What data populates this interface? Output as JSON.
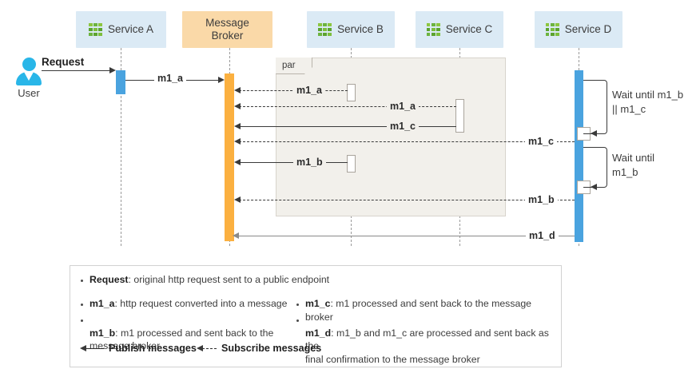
{
  "diagram": {
    "type": "sequence-diagram",
    "fragment": {
      "label": "par"
    },
    "participants": [
      {
        "id": "user",
        "label": "User",
        "kind": "actor",
        "icon": "user-icon",
        "color": "#29b6e8"
      },
      {
        "id": "svc_a",
        "label": "Service A",
        "kind": "service",
        "icon": "service-icon",
        "color": "#dbeaf5"
      },
      {
        "id": "broker",
        "label": "Message\nBroker",
        "kind": "broker",
        "icon": "none",
        "color": "#fad9a8"
      },
      {
        "id": "svc_b",
        "label": "Service B",
        "kind": "service",
        "icon": "service-icon",
        "color": "#dbeaf5"
      },
      {
        "id": "svc_c",
        "label": "Service C",
        "kind": "service",
        "icon": "service-icon",
        "color": "#dbeaf5"
      },
      {
        "id": "svc_d",
        "label": "Service D",
        "kind": "service",
        "icon": "service-icon",
        "color": "#dbeaf5"
      }
    ],
    "messages": [
      {
        "id": "m0",
        "label": "Request",
        "from": "user",
        "to": "svc_a",
        "style": "solid",
        "dir": "right"
      },
      {
        "id": "m1",
        "label": "m1_a",
        "from": "svc_a",
        "to": "broker",
        "style": "solid",
        "dir": "right"
      },
      {
        "id": "m2",
        "label": "m1_a",
        "from": "broker",
        "to": "svc_b",
        "style": "dashed",
        "dir": "left"
      },
      {
        "id": "m3",
        "label": "m1_a",
        "from": "broker",
        "to": "svc_c",
        "style": "dashed",
        "dir": "left"
      },
      {
        "id": "m4",
        "label": "m1_c",
        "from": "svc_c",
        "to": "broker",
        "style": "solid",
        "dir": "left"
      },
      {
        "id": "m5",
        "label": "m1_c",
        "from": "broker",
        "to": "svc_d",
        "style": "dashed",
        "dir": "left"
      },
      {
        "id": "m6",
        "label": "m1_b",
        "from": "svc_b",
        "to": "broker",
        "style": "solid",
        "dir": "left"
      },
      {
        "id": "m7",
        "label": "m1_b",
        "from": "broker",
        "to": "svc_d",
        "style": "dashed",
        "dir": "left"
      },
      {
        "id": "m8",
        "label": "m1_d",
        "from": "svc_d",
        "to": "broker",
        "style": "gray",
        "dir": "left"
      }
    ],
    "notes": [
      {
        "id": "wait1",
        "text": "Wait until m1_b\n|| m1_c",
        "on": "svc_d"
      },
      {
        "id": "wait2",
        "text": "Wait until\nm1_b",
        "on": "svc_d"
      }
    ]
  },
  "legend": {
    "items": [
      {
        "key": "Request",
        "desc": ": original http request sent to a public endpoint"
      },
      {
        "key": "m1_a",
        "desc": ": http request converted into a message"
      },
      {
        "key": "m1_b",
        "desc": ": m1 processed and sent back to the\nmessage broker"
      },
      {
        "key": "m1_c",
        "desc": ": m1 processed and sent back to the message broker"
      },
      {
        "key": "m1_d",
        "desc": ": m1_b and m1_c are processed and sent back as the\nfinal confirmation to the message broker"
      }
    ],
    "publish_label": "Publish messages",
    "subscribe_label": "Subscribe messages"
  }
}
